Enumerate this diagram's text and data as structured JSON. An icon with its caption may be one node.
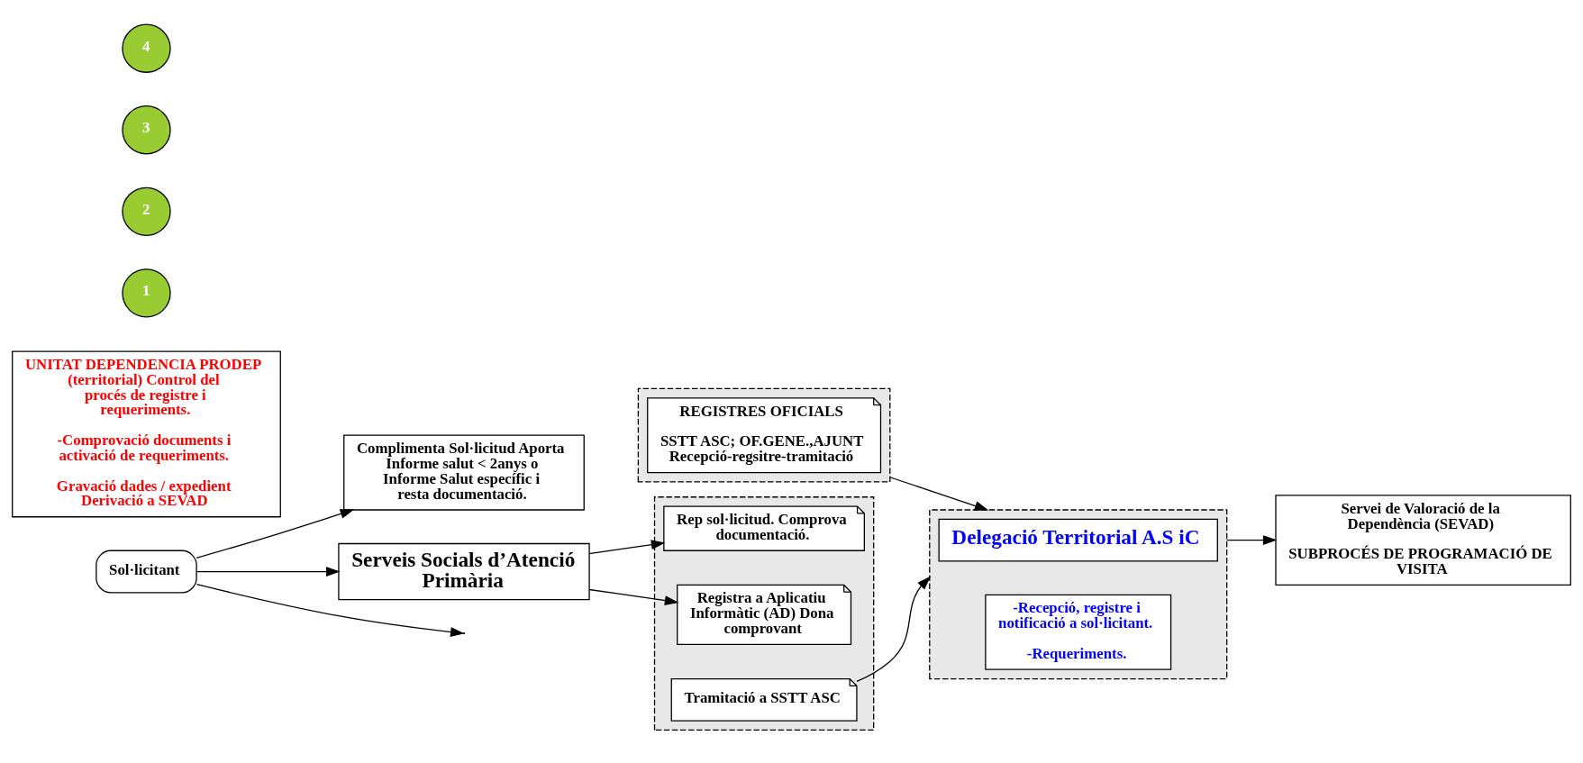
{
  "diagram": {
    "nodes": [
      {
        "text": [],
        "shape": "box"
      },
      {
        "text": [
          "REGISTRES OFICIALS",
          "SSTT ASC; OF.GENE.,AJUNT Recepció-regsitre-tramitació"
        ],
        "in": 0
      },
      {
        "text": [
          "Sol·licitant"
        ]
      },
      {
        "text": [
          "Complimenta Sol·licitud Aporta Informe salut < 2anys o Informe Salut específic i resta documentació."
        ]
      },
      {
        "text": [],
        "shape": "box"
      },
      {
        "text": [
          "Rep sol·licitud. Comprova documentació."
        ],
        "in": 4
      },
      {
        "text": [
          "Registra a Aplicatiu Informàtic (AD) Dona comprovant"
        ],
        "in": 4
      },
      {
        "text": [
          "Tramitació a SSTT ASC"
        ],
        "in": 4
      },
      {
        "text": [
          "Serveis Socials d’Atenció Primària"
        ]
      },
      {
        "text": [],
        "shape": "box"
      },
      {
        "text": [
          "UNITAT DEPENDENCIA PRODEP (territorial) Control del procés de registre i requeriments.",
          "-Comprovació documents i activació de requeriments.",
          "Gravació dades / expedient Derivació a SEVAD"
        ]
      },
      {
        "text": [
          "Delegació Territorial A.S iC"
        ],
        "in": 9
      },
      {
        "text": [
          "-Recepció, registre i notificació a sol·licitant.",
          "-Requeriments."
        ],
        "in": 9
      },
      {
        "text": [
          "Servei de Valoració de la Dependència (SEVAD)",
          "SUBPROCÉS DE PROGRAMACIÓ DE VISITA"
        ]
      },
      {
        "text": [
          "1"
        ]
      },
      {
        "text": [
          "2"
        ]
      },
      {
        "text": [
          "3"
        ]
      },
      {
        "text": [
          "4"
        ]
      }
    ],
    "edges": [
      {
        "from": 2,
        "to": null,
        "arrow": "to"
      },
      {
        "from": 2,
        "to": 3,
        "arrow": "to"
      },
      {
        "from": 2,
        "to": 8,
        "arrow": "to"
      },
      {
        "from": 8,
        "to": 5,
        "arrow": "to"
      },
      {
        "from": 8,
        "to": 6,
        "arrow": "to"
      },
      {
        "from": 0,
        "to": 9,
        "arrow": "to"
      },
      {
        "from": 7,
        "to": 9,
        "arrow": "to"
      },
      {
        "from": 9,
        "to": 13,
        "arrow": "to"
      }
    ]
  }
}
